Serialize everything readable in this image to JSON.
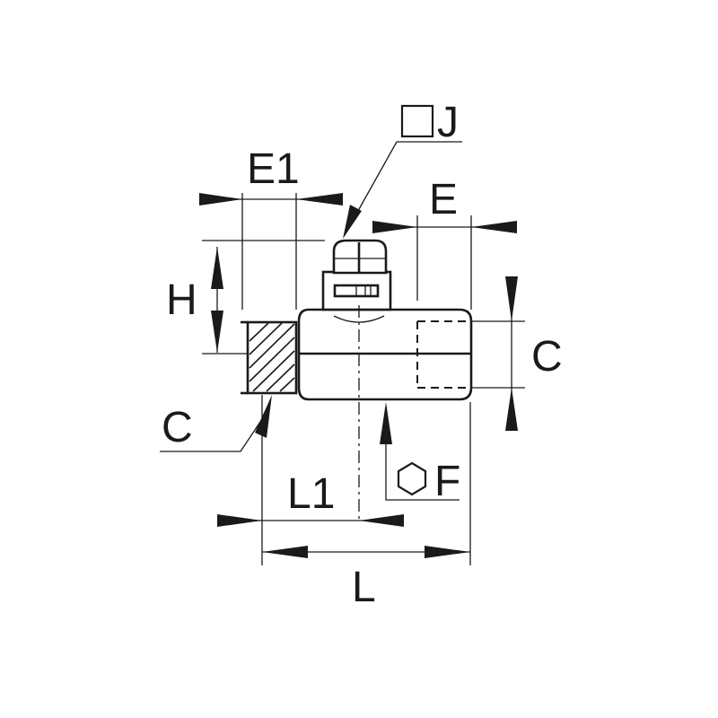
{
  "labels": {
    "e1": "E1",
    "e": "E",
    "h": "H",
    "c_right": "C",
    "c_left": "C",
    "j": "J",
    "f": "F",
    "l1": "L1",
    "l": "L"
  },
  "icons": {
    "square": "square-icon",
    "hexagon": "hexagon-icon"
  },
  "colors": {
    "line": "#1a1a1a",
    "background": "#ffffff"
  }
}
